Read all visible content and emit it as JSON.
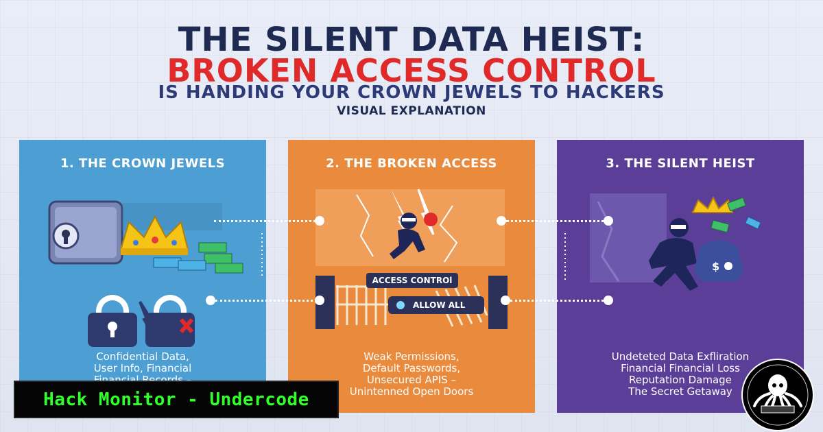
{
  "header": {
    "title_line1": "THE SILENT DATA HEIST:",
    "title_line2": "BROKEN ACCESS CONTROL",
    "title_line3": "IS HANDING YOUR CROWN JEWELS TO HACKERS",
    "subtitle": "VISUAL EXPLANATION"
  },
  "panels": [
    {
      "title": "1. THE CROWN JEWELS",
      "lines": [
        "Confidential Data,",
        "User Info, Financial",
        "Financial Records –"
      ]
    },
    {
      "title": "2. THE BROKEN ACCESS",
      "gate_label": "ACCESS CONTROl",
      "toggle_label": "ALLOW ALL",
      "lines": [
        "Weak Permissions,",
        "Default Passwords,",
        "Unsecured APIS –",
        "Unintenned Open Doors"
      ]
    },
    {
      "title": "3. THE SILENT HEIST",
      "lines": [
        "Undeteted Data Exfliration",
        "Financial Financial Loss",
        "Reputation Damage",
        "The Secret Getaway"
      ]
    }
  ],
  "brand": {
    "watermark": "Hack Monitor - Undercode"
  },
  "colors": {
    "panel1": "#4d9fd3",
    "panel2": "#ea8a3c",
    "panel3": "#5a3e98",
    "title_dark": "#1e2a52",
    "title_red": "#e02a2a",
    "watermark_green": "#31ff2c"
  },
  "icons": [
    "vault-icon",
    "crown-icon",
    "cash-stack-icon",
    "lock-icon",
    "broken-lock-icon",
    "thief-icon",
    "gate-icon",
    "money-bag-icon"
  ]
}
